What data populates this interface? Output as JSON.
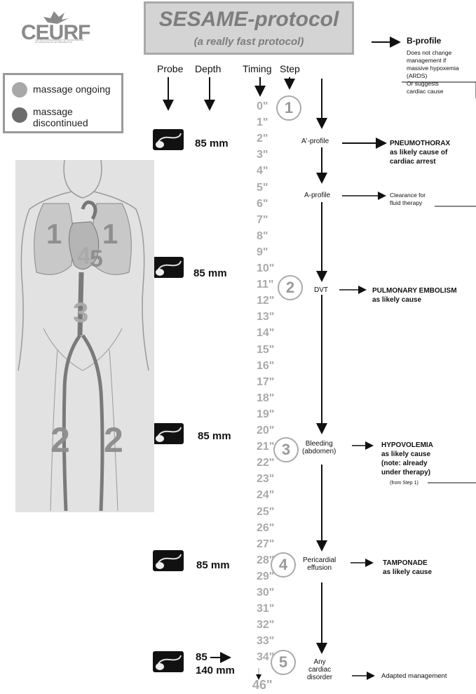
{
  "logo": {
    "text": "CEURF",
    "subtext": "CENTRE D'ENSEIGNEMENT ET DE RECHERCHE EN URGENCES ET EN RÉANIMATION"
  },
  "title": "SESAME-protocol",
  "subtitle": "(a really fast protocol)",
  "legend": {
    "items": [
      {
        "label": "massage ongoing",
        "color": "#a8a8a8"
      },
      {
        "label": "massage discontinued",
        "color": "#6c6c6c"
      }
    ]
  },
  "columns": {
    "probe": "Probe",
    "depth": "Depth",
    "timing": "Timing",
    "step": "Step"
  },
  "timings": [
    "0\"",
    "1\"",
    "2\"",
    "3\"",
    "4\"",
    "5\"",
    "6\"",
    "7\"",
    "8\"",
    "9\"",
    "10\"",
    "11\"",
    "12\"",
    "13\"",
    "14\"",
    "15\"",
    "16\"",
    "17\"",
    "18\"",
    "19\"",
    "20\"",
    "21\"",
    "22\"",
    "23\"",
    "24\"",
    "25\"",
    "26\"",
    "27\"",
    "28\"",
    "29\"",
    "30\"",
    "31\"",
    "32\"",
    "33\"",
    "34\"",
    "46\""
  ],
  "steps": [
    "1",
    "2",
    "3",
    "4",
    "5"
  ],
  "depths": {
    "d1": "85 mm",
    "d2": "85 mm",
    "d3": "85 mm",
    "d4": "85 mm",
    "d5a": "85",
    "d5b": "140 mm"
  },
  "b_profile": {
    "title": "B-profile",
    "lines": [
      "Does not change",
      "management   if",
      "massive hypoxemia",
      "(ARDS)",
      "Or suggests",
      "cardiac cause"
    ]
  },
  "profiles": {
    "a_prime": "A'-profile",
    "a": "A-profile",
    "dvt": "DVT",
    "bleeding": [
      "Bleeding",
      "(abdomen)"
    ],
    "pericardial": [
      "Pericardial",
      "effusion"
    ],
    "any": [
      "Any",
      "cardiac",
      "disorder"
    ]
  },
  "results": {
    "pneumothorax": [
      "PNEUMOTHORAX",
      "as likely cause of",
      "cardiac arrest"
    ],
    "clearance": [
      "Clearance for",
      "fluid  therapy"
    ],
    "embolism": [
      "PULMONARY EMBOLISM",
      "as likely cause"
    ],
    "hypovolemia": [
      "HYPOVOLEMIA",
      "as likely cause",
      "(note:  already",
      "under therapy)"
    ],
    "from_step": "(from Step 1)",
    "tamponade": [
      "TAMPONADE",
      "as likely cause"
    ],
    "adapted": "Adapted management"
  },
  "body_numbers": {
    "lung_left": "1",
    "lung_right": "1",
    "heart": "4",
    "heart2": "5",
    "cava": "3",
    "leg_left": "2",
    "leg_right": "2"
  }
}
